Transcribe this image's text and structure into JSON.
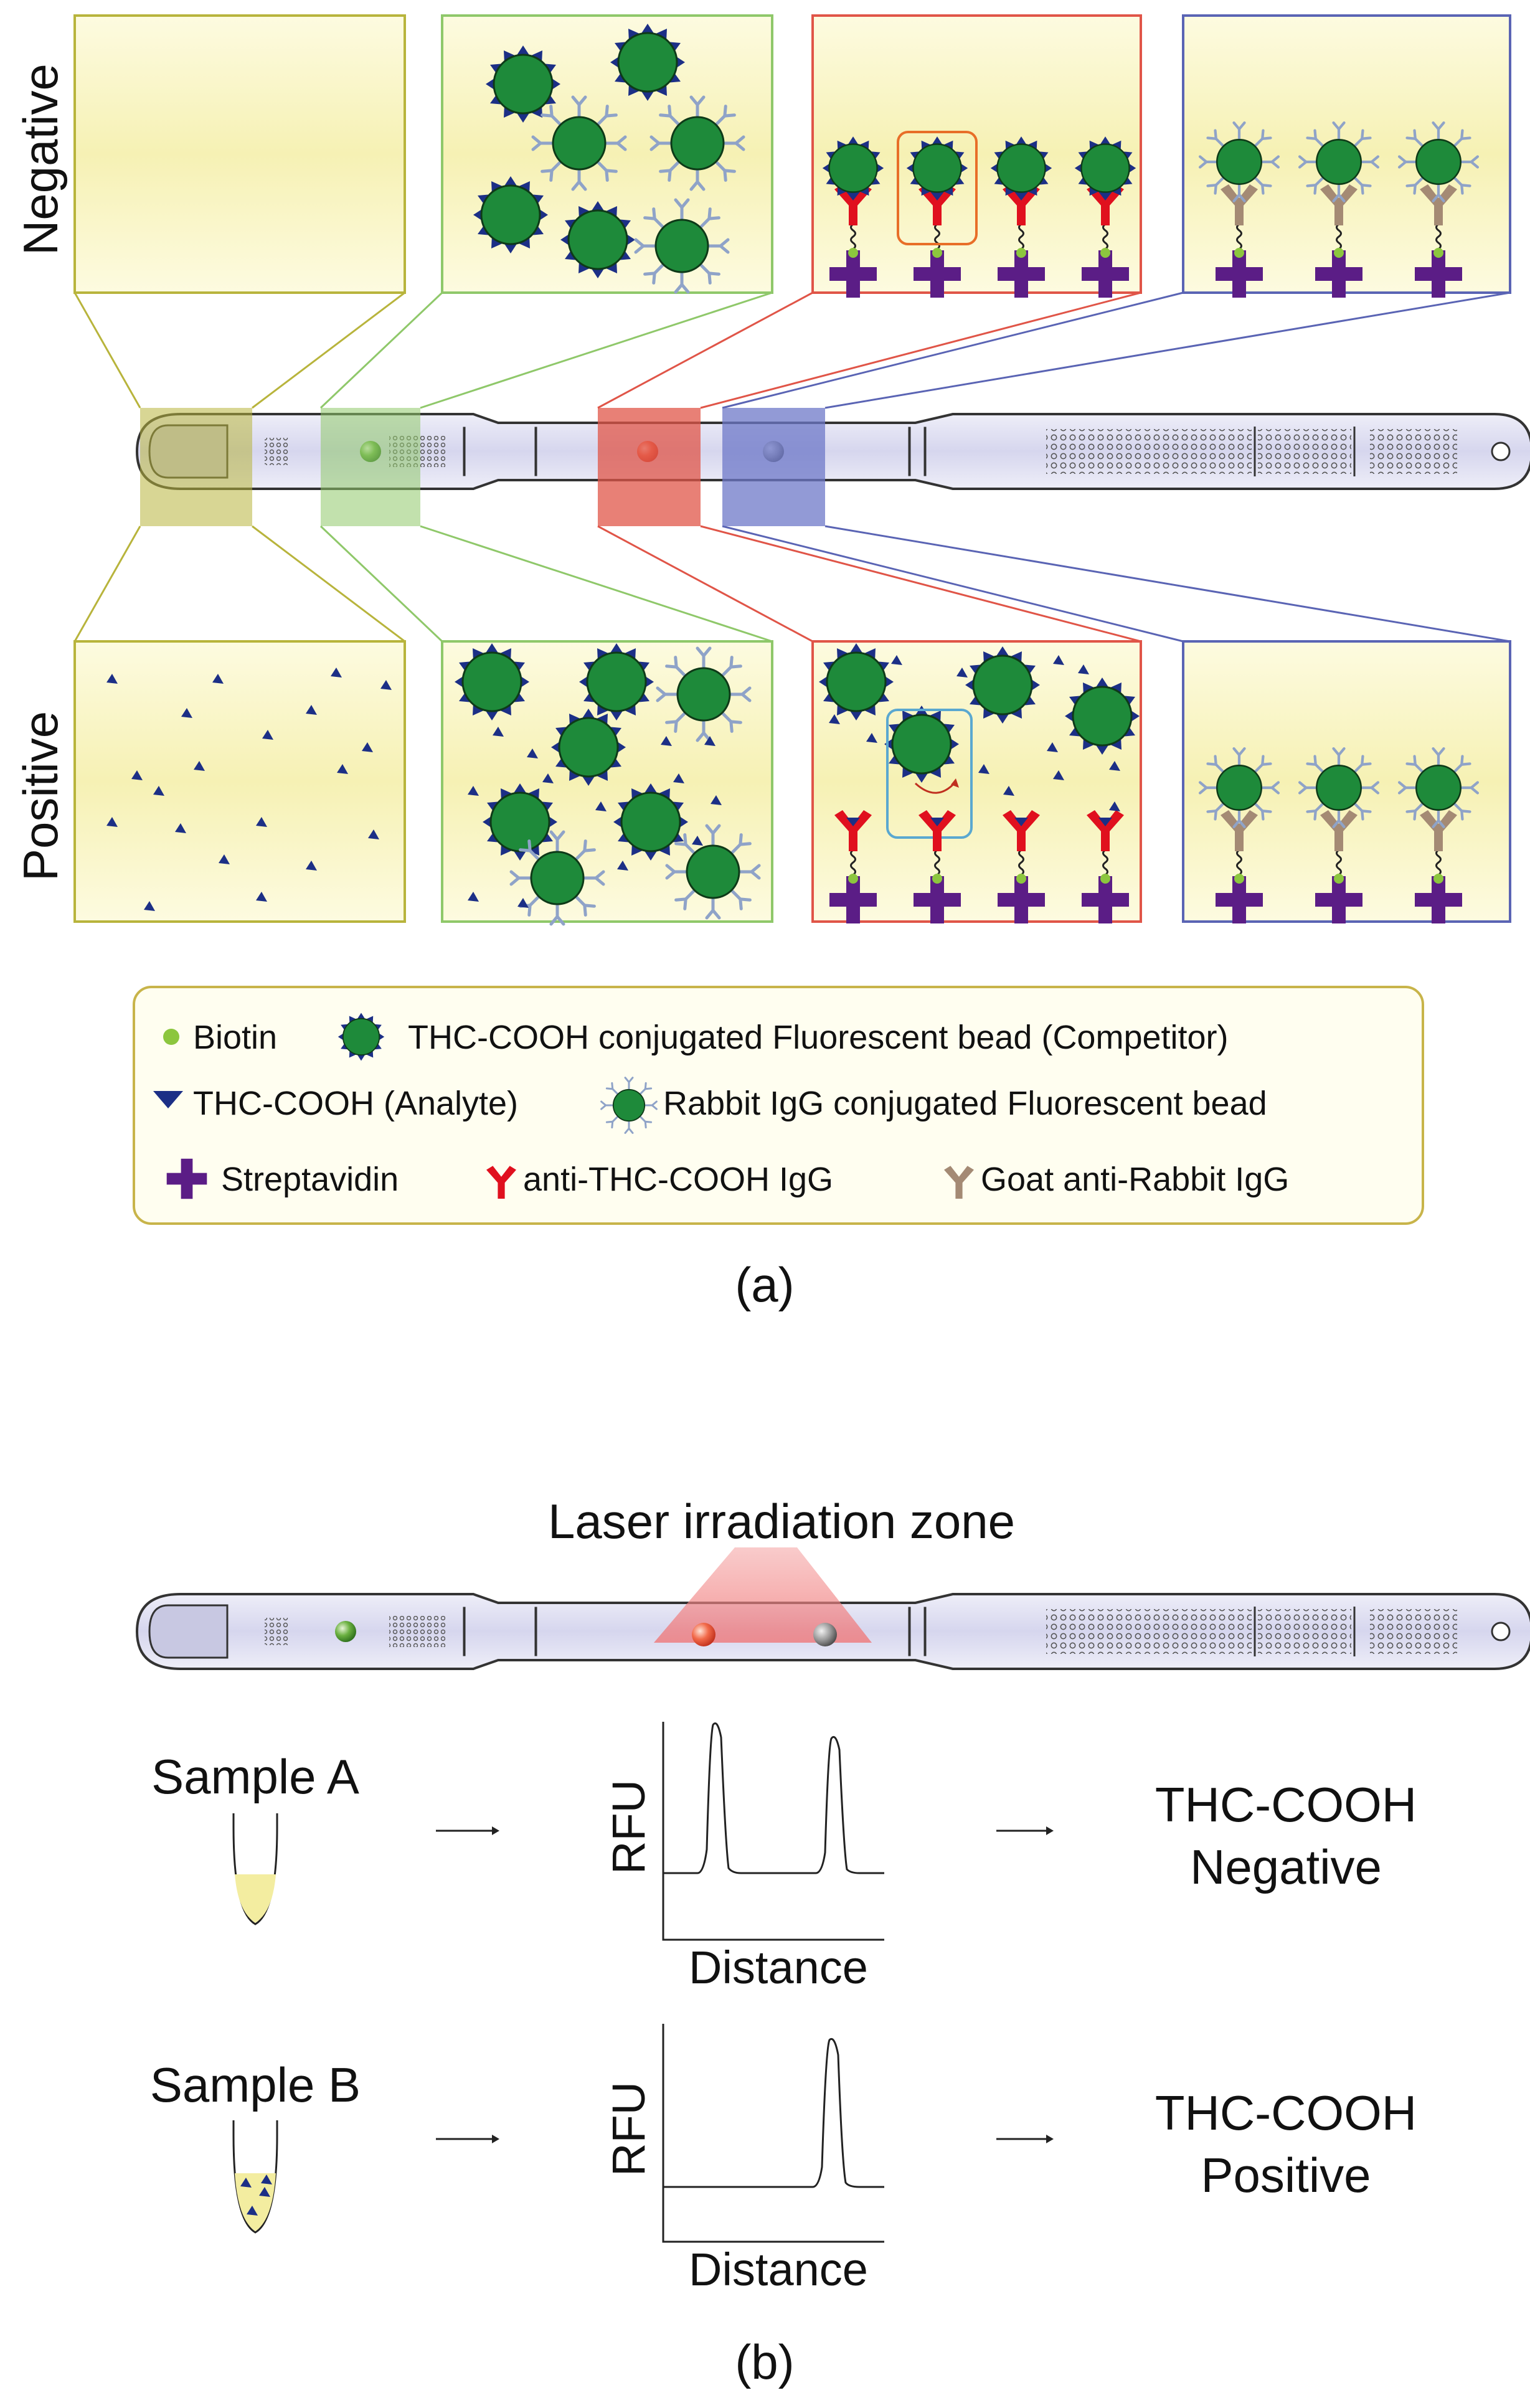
{
  "panel_a": {
    "caption": "(a)",
    "row_negative_label": "Negative",
    "row_positive_label": "Positive"
  },
  "legend": {
    "items": [
      {
        "name": "biotin",
        "label": "Biotin"
      },
      {
        "name": "competitor-bead",
        "label": "THC-COOH conjugated Fluorescent bead (Competitor)"
      },
      {
        "name": "analyte",
        "label": "THC-COOH (Analyte)"
      },
      {
        "name": "rabbit-igg-bead",
        "label": "Rabbit IgG conjugated Fluorescent bead"
      },
      {
        "name": "streptavidin",
        "label": "Streptavidin"
      },
      {
        "name": "anti-thc-igg",
        "label": "anti-THC-COOH IgG"
      },
      {
        "name": "goat-anti-rabbit-igg",
        "label": "Goat anti-Rabbit IgG"
      }
    ]
  },
  "panel_b": {
    "caption": "(b)",
    "laser_label": "Laser irradiation zone",
    "samples": [
      {
        "name": "Sample A",
        "ylabel": "RFU",
        "xlabel": "Distance",
        "result_line1": "THC-COOH",
        "result_line2": "Negative"
      },
      {
        "name": "Sample B",
        "ylabel": "RFU",
        "xlabel": "Distance",
        "result_line1": "THC-COOH",
        "result_line2": "Positive"
      }
    ]
  },
  "colors": {
    "panel_fill_edge": "#fdfbe0",
    "panel_fill_mid": "#f6f1b4",
    "sample_zone": "#b8b43c",
    "conjugate_zone": "#8fc86a",
    "test_line": "#e05548",
    "control_line": "#6e78c8",
    "bead_green": "#1e8a3a",
    "analyte_navy": "#1c2f86",
    "antibody_red": "#e0101e",
    "goat_igg": "#a48a74",
    "streptavidin": "#5b1d86",
    "biotin": "#8cc63e",
    "strip_fill": "#dcdcf0"
  }
}
